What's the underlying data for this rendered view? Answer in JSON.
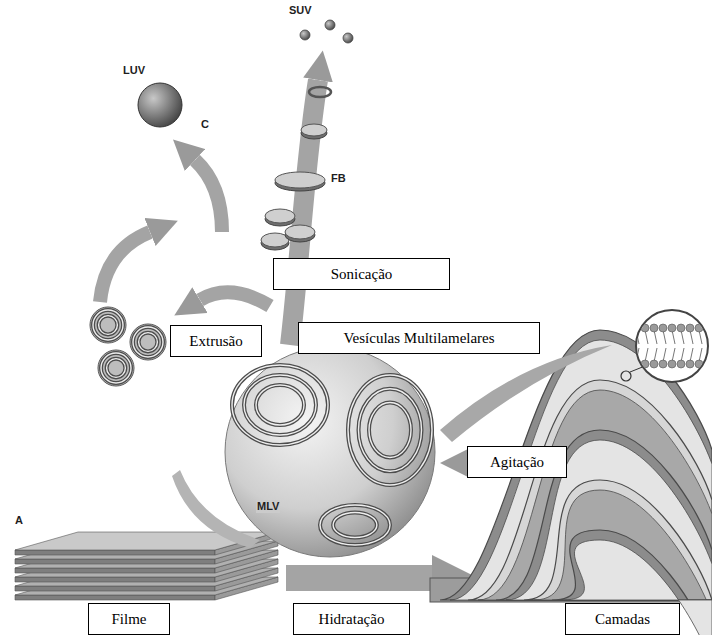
{
  "diagram": {
    "nodes": [
      {
        "text": [
          "Sonicação"
        ]
      },
      {
        "text": [
          "Extrusão"
        ]
      },
      {
        "text": [
          "Vesículas Multilamelares"
        ]
      },
      {
        "text": [
          "Agitação"
        ]
      },
      {
        "text": [
          "Filme"
        ]
      },
      {
        "text": [
          "Hidratação"
        ]
      },
      {
        "text": [
          "Camadas"
        ]
      }
    ],
    "labels": [
      "SUV",
      "LUV",
      "C",
      "FB",
      "MLV",
      "A"
    ]
  }
}
